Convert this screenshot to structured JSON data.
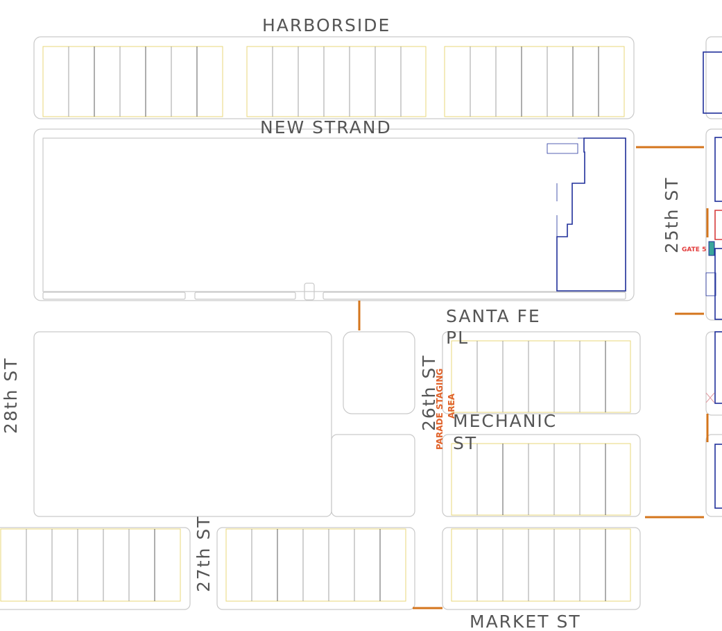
{
  "map": {
    "streets": {
      "harborside": "HARBORSIDE",
      "new_strand": "NEW STRAND",
      "santa_fe_1": "SANTA FE",
      "santa_fe_2": "PL",
      "mechanic_1": "MECHANIC",
      "mechanic_2": "ST",
      "market": "MARKET ST",
      "st25": "25th ST",
      "st26": "26th ST",
      "st27": "27th ST",
      "st28": "28th ST"
    },
    "labels": {
      "parade_1": "PARADE STAGING",
      "parade_2": "AREA",
      "gate": "GATE 5"
    },
    "colors": {
      "street_text": "#555555",
      "block_outline": "#c9c9c9",
      "parking_lot": "#e8d77a",
      "building": "#1f2f9a",
      "barricade": "#d4751c",
      "parade_label": "#e0622a",
      "gate_label": "#e23b3b",
      "gate_fill": "#3aa59a"
    }
  }
}
